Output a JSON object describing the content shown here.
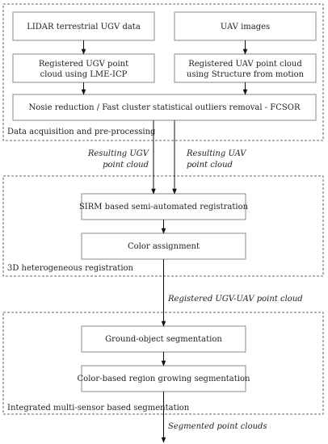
{
  "groups": {
    "acquisition": "Data acquisition and pre-processing",
    "registration": "3D heterogeneous registration",
    "segmentation": "Integrated multi-sensor based segmentation"
  },
  "boxes": {
    "lidar": "LIDAR terrestrial UGV data",
    "uav_images": "UAV images",
    "ugv_cloud_line1": "Registered UGV point",
    "ugv_cloud_line2": "cloud using LME-ICP",
    "uav_cloud_line1": "Registered UAV point cloud",
    "uav_cloud_line2": "using Structure from motion",
    "noise": "Nosie reduction / Fast cluster statistical outliers removal - FCSOR",
    "sirm": "SIRM based semi-automated registration",
    "color": "Color assignment",
    "ground": "Ground-object segmentation",
    "region": "Color-based region growing segmentation"
  },
  "edge_labels": {
    "ugv_line1": "Resulting UGV",
    "ugv_line2": "point cloud",
    "uav_line1": "Resulting UAV",
    "uav_line2": "point cloud",
    "registered": "Registered UGV-UAV point cloud",
    "segmented": "Segmented point clouds"
  }
}
